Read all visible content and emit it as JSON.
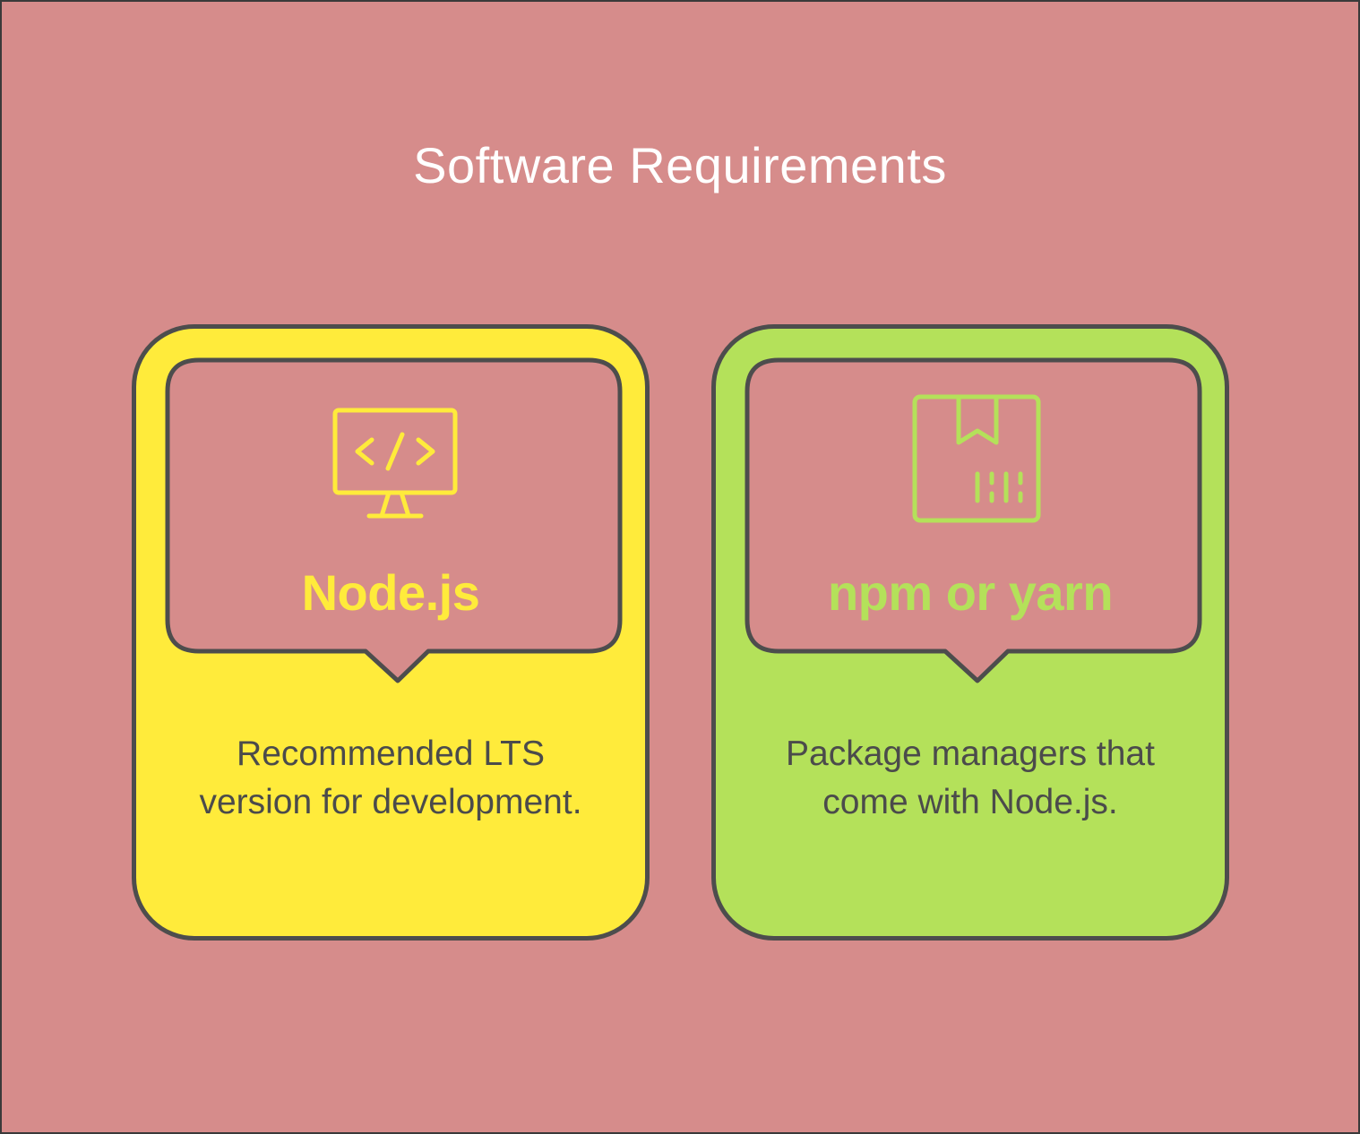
{
  "title": "Software Requirements",
  "colors": {
    "background": "#d68c8b",
    "outline": "#4d4d4d",
    "yellow": "#ffeb3b",
    "green": "#b4e15a",
    "title": "#ffffff",
    "text": "#4b4b4b"
  },
  "cards": [
    {
      "icon": "code-monitor-icon",
      "title": "Node.js",
      "description": "Recommended LTS version for development."
    },
    {
      "icon": "package-box-icon",
      "title": "npm or yarn",
      "description": "Package managers that come with Node.js."
    }
  ]
}
